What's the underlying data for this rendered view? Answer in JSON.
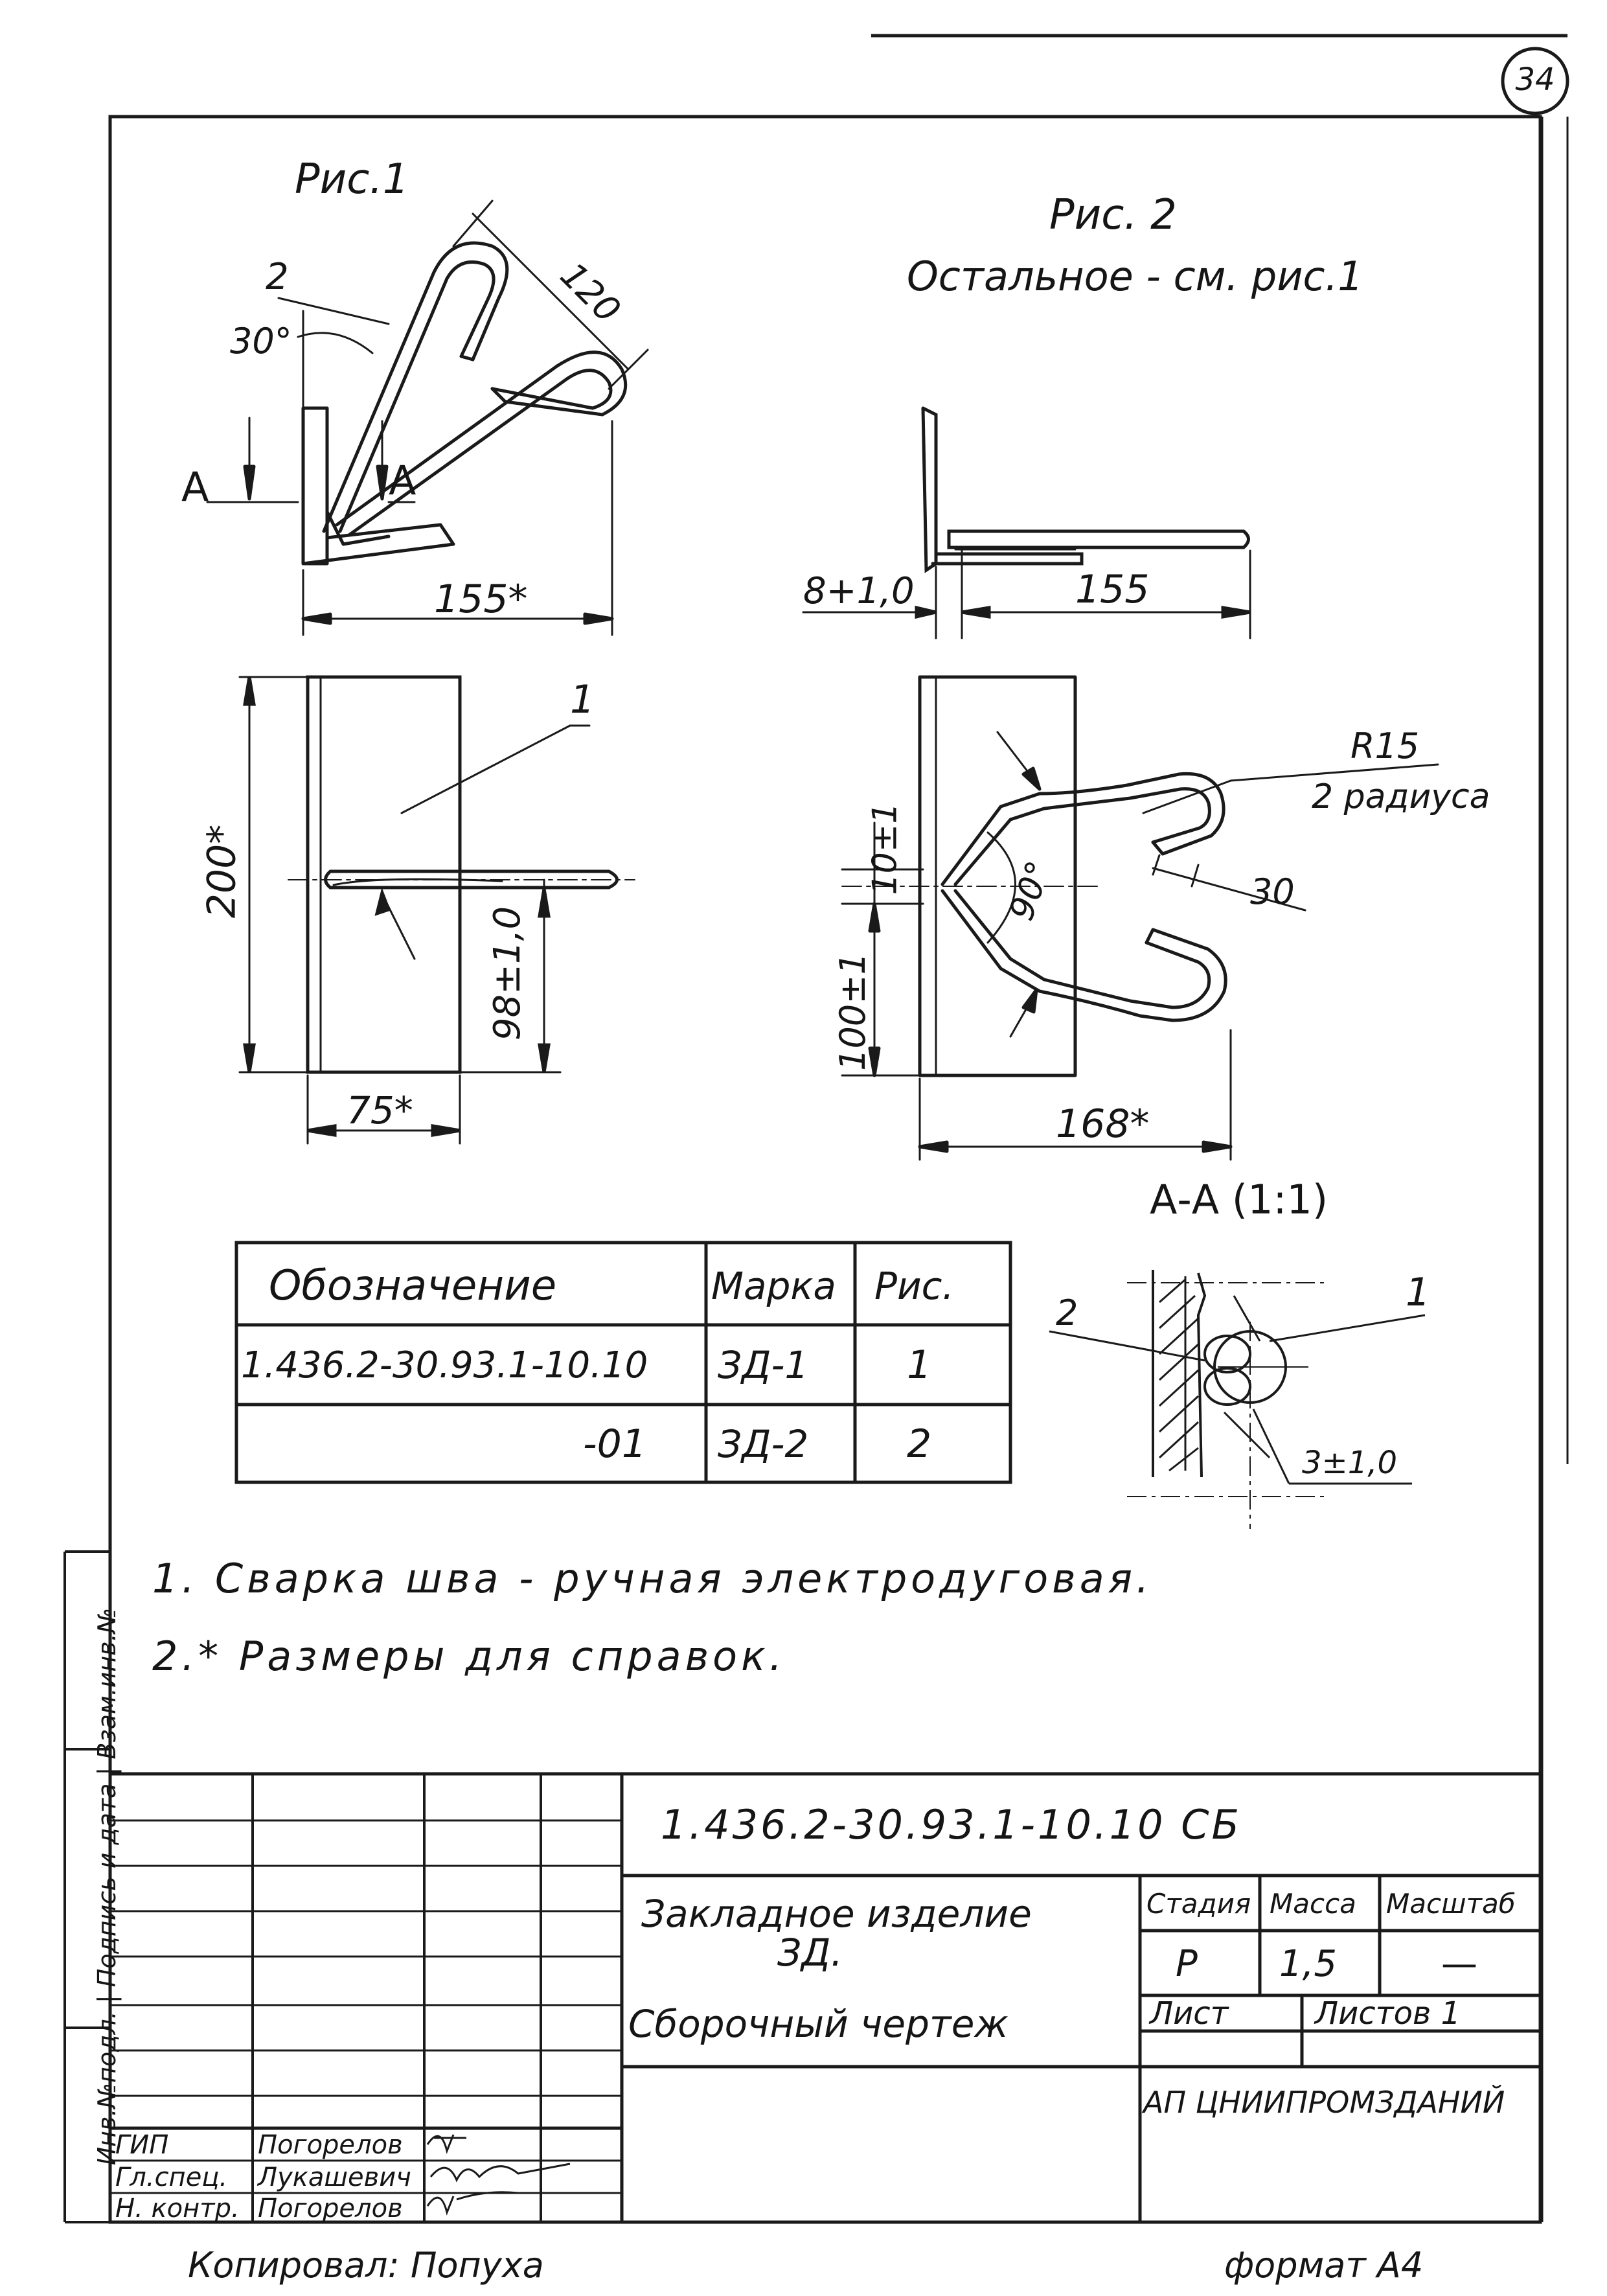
{
  "sheet_number": "34",
  "figures": {
    "fig1_label": "Рис.1",
    "fig2_label": "Рис. 2",
    "fig2_note": "Остальное - см. рис.1",
    "section_label": "А-А (1:1)"
  },
  "dimensions": {
    "fig1": {
      "angle": "30°",
      "leg": "120",
      "width": "155*",
      "pos2": "2",
      "sec_left": "А",
      "sec_right": "А"
    },
    "fig2": {
      "gap": "8+1,0",
      "width": "155"
    },
    "plan1": {
      "height": "200*",
      "offset": "98±1,0",
      "width": "75*",
      "pos1": "1"
    },
    "plan2": {
      "top": "10±1",
      "angle": "90°",
      "bottom": "100±1",
      "width": "168*",
      "radius": "R15",
      "radius_note": "2 радиуса",
      "gap": "30"
    },
    "section": {
      "pos2": "2",
      "pos1": "1",
      "weld": "3±1,0"
    }
  },
  "spec_table": {
    "headers": [
      "Обозначение",
      "Марка",
      "Рис."
    ],
    "rows": [
      [
        "1.436.2-30.93.1-10.10",
        "ЗД-1",
        "1"
      ],
      [
        "-01",
        "ЗД-2",
        "2"
      ]
    ]
  },
  "notes": [
    "1. Сварка шва - ручная электродуговая.",
    "2.* Размеры для справок."
  ],
  "title_block": {
    "doc_code": "1.436.2-30.93.1-10.10 СБ",
    "item_name_line1": "Закладное изделие",
    "item_name_line2": "ЗД.",
    "item_name_line3": "Сборочный чертеж",
    "stage_header": "Стадия",
    "mass_header": "Масса",
    "scale_header": "Масштаб",
    "stage": "Р",
    "mass": "1,5",
    "scale": "—",
    "sheet_label": "Лист",
    "sheets_label": "Листов 1",
    "organization": "АП ЦНИИПРОМЗДАНИЙ",
    "roles": [
      {
        "role": "ГИП",
        "name": "Погорелов"
      },
      {
        "role": "Гл.спец.",
        "name": "Лукашевич"
      },
      {
        "role": "Н. контр.",
        "name": "Погорелов"
      }
    ]
  },
  "side_stamp": "Инв.№подл. | Подпись и дата | Взам.инв.№",
  "footer": {
    "copied": "Копировал: Попуха",
    "format": "формат А4"
  }
}
